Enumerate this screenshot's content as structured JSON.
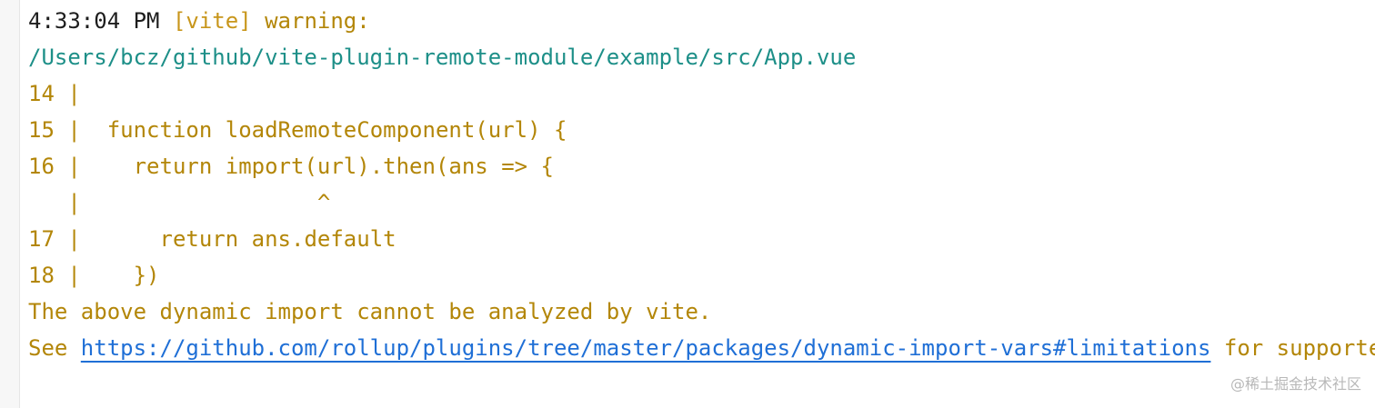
{
  "terminal": {
    "warning_line": {
      "time": "4:33:04 PM",
      "tag": "[vite]",
      "label": "warning:"
    },
    "file_path": "/Users/bcz/github/vite-plugin-remote-module/example/src/App.vue",
    "code_lines": [
      {
        "line_no": "14",
        "sep": "|",
        "code": ""
      },
      {
        "line_no": "15",
        "sep": "|",
        "code": "  function loadRemoteComponent(url) {"
      },
      {
        "line_no": "16",
        "sep": "|",
        "code": "    return import(url).then(ans => {"
      },
      {
        "line_no": "",
        "sep": "|",
        "code": "                  ^"
      },
      {
        "line_no": "17",
        "sep": "|",
        "code": "      return ans.default"
      },
      {
        "line_no": "18",
        "sep": "|",
        "code": "    })"
      }
    ],
    "message": "The above dynamic import cannot be analyzed by vite.",
    "see_line": {
      "prefix": "See ",
      "link": "https://github.com/rollup/plugins/tree/master/packages/dynamic-import-vars#limitations",
      "suffix": " for supporte"
    }
  },
  "watermark": "@稀土掘金技术社区",
  "colors": {
    "warning": "#b38608",
    "path": "#1d8f88",
    "link": "#1f6fd6"
  }
}
